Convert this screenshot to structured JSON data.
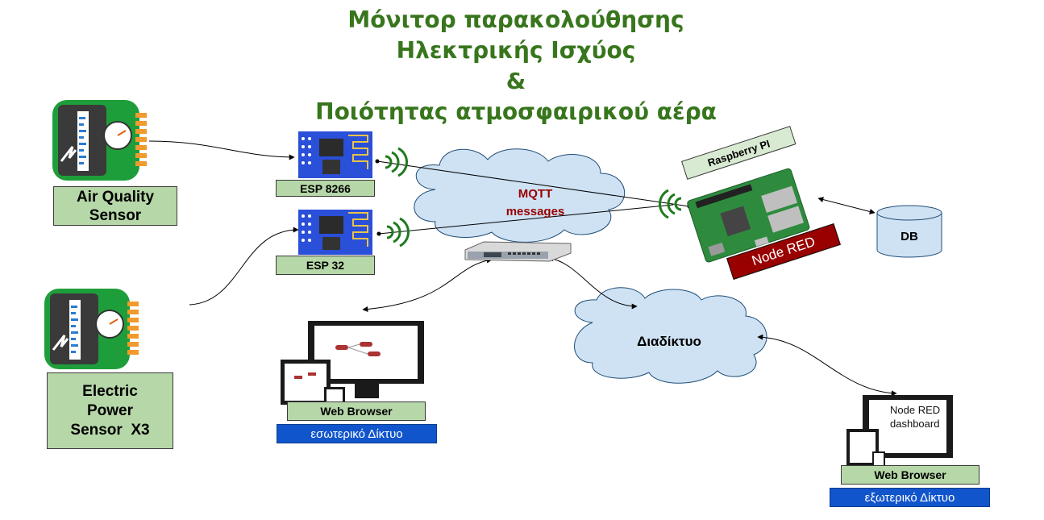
{
  "title": {
    "line1": "Μόνιτορ παρακολούθησης",
    "line2": "Ηλεκτρικής Ισχύος",
    "line3": "&",
    "line4": "Ποιότητας ατμοσφαιρικού αέρα"
  },
  "sensors": {
    "air_quality": "Air Quality Sensor",
    "electric_line1": "Electric",
    "electric_line2": "Power",
    "electric_line3": "Sensor  X3"
  },
  "modules": {
    "esp8266": "ESP 8266",
    "esp32": "ESP 32"
  },
  "cloud_mqtt": {
    "line1": "MQTT",
    "line2": "messages"
  },
  "raspberry": {
    "label": "Raspberry PI",
    "node_red": "Node RED"
  },
  "db": {
    "label": "DB"
  },
  "internet": {
    "label": "Διαδίκτυο"
  },
  "internal_client": {
    "browser": "Web Browser",
    "network": "εσωτερικό Δίκτυο"
  },
  "external_client": {
    "screen_line1": "Node RED",
    "screen_line2": "dashboard",
    "browser": "Web Browser",
    "network": "εξωτερικό Δίκτυο"
  },
  "colors": {
    "title_green": "#38761d",
    "box_green": "#b6d7a8",
    "cloud_blue": "#cfe2f3",
    "node_red_bg": "#990000",
    "network_blue": "#1155cc",
    "signal_green": "#1e7b1e"
  }
}
